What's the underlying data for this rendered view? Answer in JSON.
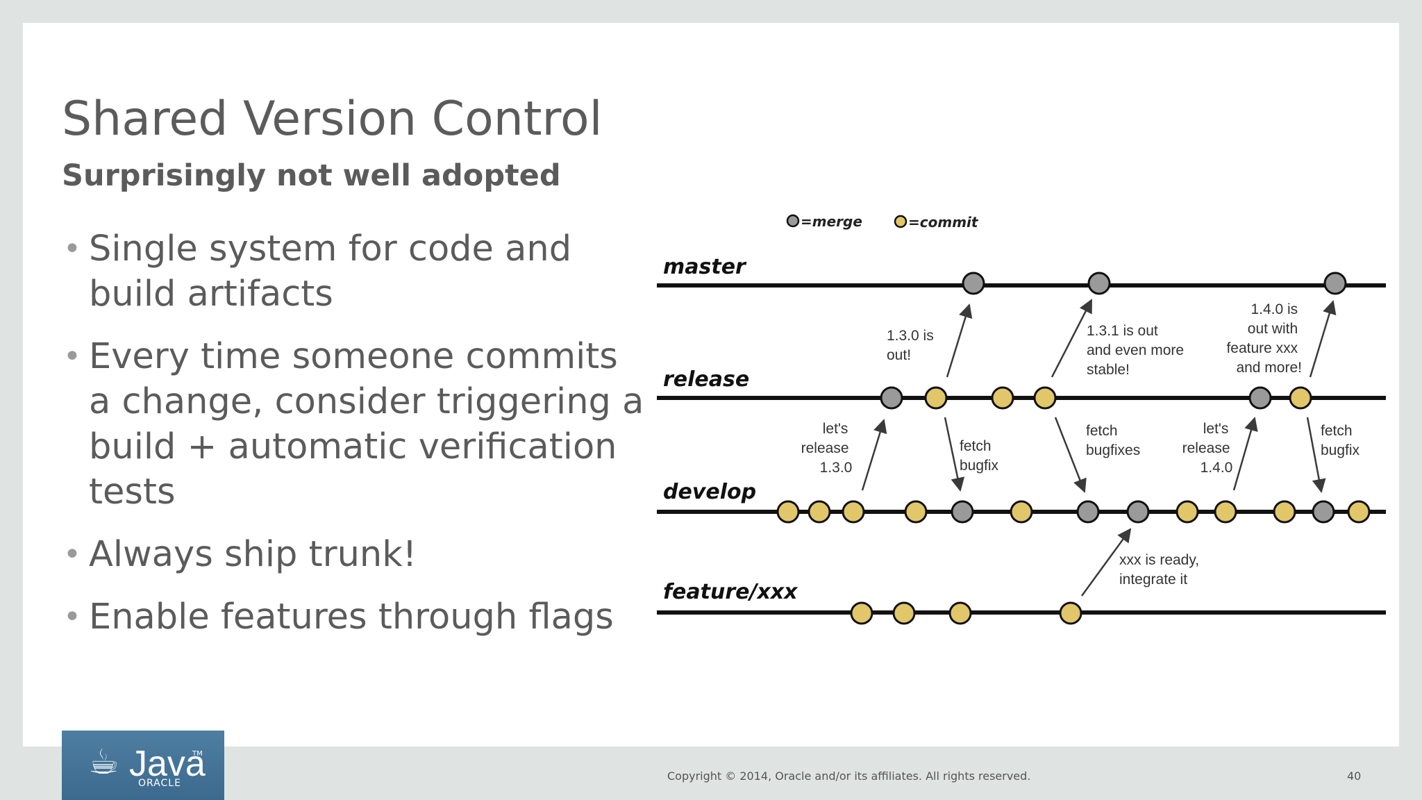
{
  "slide": {
    "title": "Shared Version Control",
    "subtitle": "Surprisingly not well adopted",
    "bullets": [
      "Single system for code and build artifacts",
      "Every time someone commits a change, consider triggering a build + automatic verification tests",
      "Always ship trunk!",
      "Enable features through flags"
    ]
  },
  "diagram": {
    "legend": {
      "merge": "=merge",
      "commit": "=commit"
    },
    "branches": {
      "master": "master",
      "release": "release",
      "develop": "develop",
      "feature": "feature/xxx"
    },
    "annotations": {
      "lets_release_130": [
        "let's",
        "release",
        "1.3.0"
      ],
      "out_130": [
        "1.3.0 is",
        "out!"
      ],
      "fetch_bugfix_1": [
        "fetch",
        "bugfix"
      ],
      "out_131": [
        "1.3.1 is out",
        "and even more",
        "stable!"
      ],
      "fetch_bugfixes": [
        "fetch",
        "bugfixes"
      ],
      "lets_release_140": [
        "let's",
        "release",
        "1.4.0"
      ],
      "out_140": [
        "1.4.0 is",
        "out with",
        "feature xxx",
        "and more!"
      ],
      "fetch_bugfix_2": [
        "fetch",
        "bugfix"
      ],
      "xxx_ready": [
        "xxx is ready,",
        "integrate it"
      ]
    },
    "colors": {
      "merge": "#9a9a9a",
      "commit": "#e2c66a",
      "line": "#111111"
    }
  },
  "footer": {
    "java_logo_text": "Java",
    "oracle_logo_text": "ORACLE",
    "copyright": "Copyright © 2014, Oracle and/or its affiliates. All rights reserved.",
    "page_number": "40"
  }
}
